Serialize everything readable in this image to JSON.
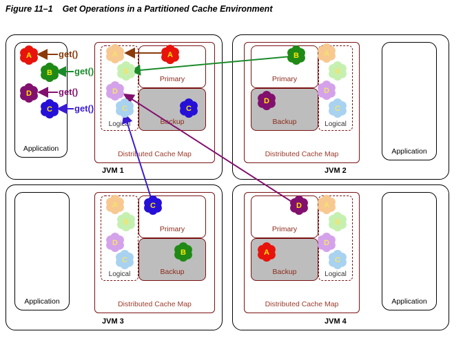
{
  "figure": {
    "number": "Figure 11–1",
    "caption": "Get Operations in a Partitioned Cache Environment"
  },
  "labels": {
    "application": "Application",
    "dcm": "Distributed Cache Map",
    "primary": "Primary",
    "backup": "Backup",
    "logical": "Logical",
    "get_call": "get()"
  },
  "jvms": {
    "jvm1": "JVM  1",
    "jvm2": "JVM  2",
    "jvm3": "JVM 3",
    "jvm4": "JVM 4"
  },
  "entries": {
    "A": {
      "letter": "A",
      "color": "#e8140c",
      "pale": "#f7c990",
      "arrow": "#8b3a0a"
    },
    "B": {
      "letter": "B",
      "color": "#1f8a16",
      "pale": "#c6f0b0",
      "arrow": "#1a8a2a"
    },
    "C": {
      "letter": "C",
      "color": "#2610d8",
      "pale": "#a8d2f0",
      "arrow": "#3a1ad0"
    },
    "D": {
      "letter": "D",
      "color": "#82106e",
      "pale": "#d4a2ea",
      "arrow": "#82106e"
    }
  }
}
